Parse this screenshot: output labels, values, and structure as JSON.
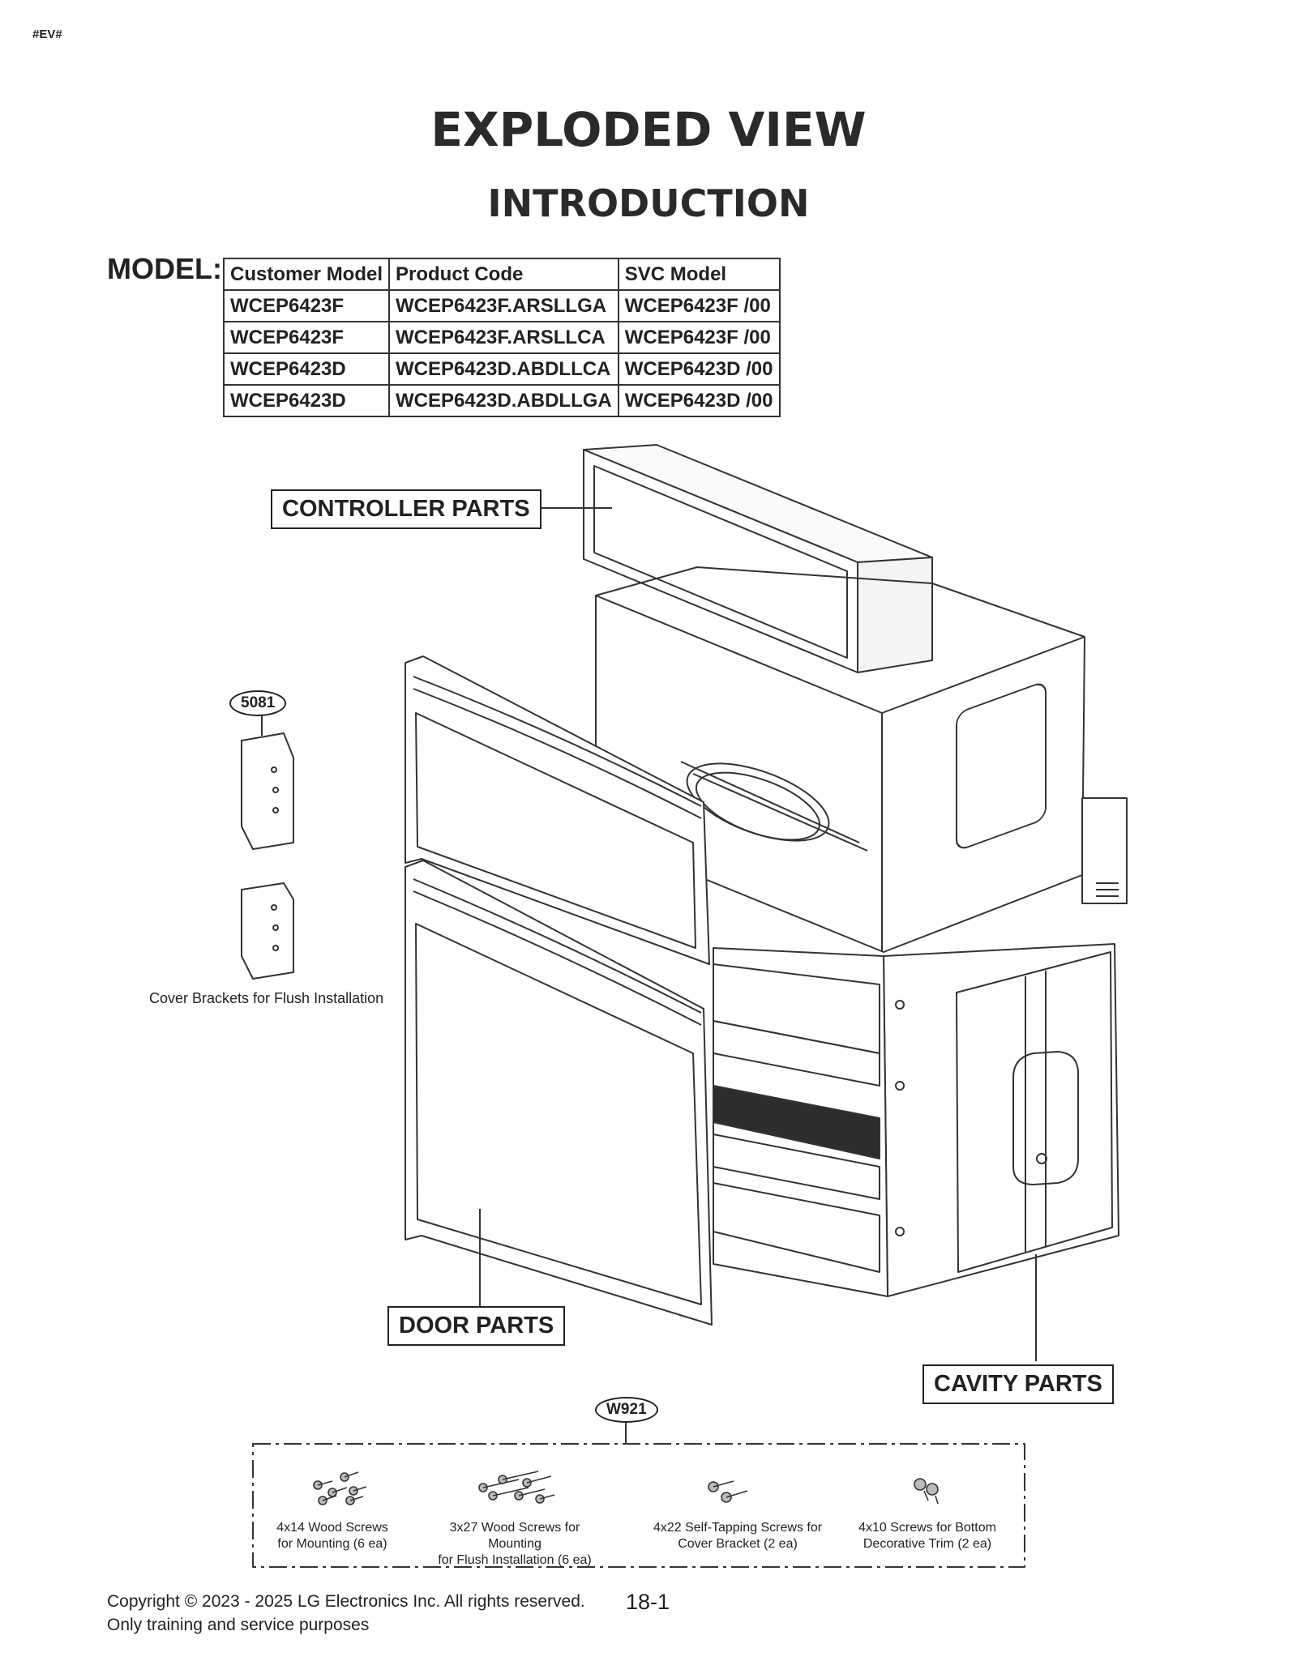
{
  "header": {
    "tag": "#EV#",
    "title": "EXPLODED VIEW",
    "subtitle": "INTRODUCTION"
  },
  "model": {
    "label": "MODEL:",
    "columns": [
      "Customer Model",
      "Product Code",
      "SVC Model"
    ],
    "rows": [
      [
        "WCEP6423F",
        "WCEP6423F.ARSLLGA",
        "WCEP6423F  /00"
      ],
      [
        "WCEP6423F",
        "WCEP6423F.ARSLLCA",
        "WCEP6423F  /00"
      ],
      [
        "WCEP6423D",
        "WCEP6423D.ABDLLCA",
        "WCEP6423D  /00"
      ],
      [
        "WCEP6423D",
        "WCEP6423D.ABDLLGA",
        "WCEP6423D  /00"
      ]
    ]
  },
  "diagram": {
    "controller_label": "CONTROLLER PARTS",
    "door_label": "DOOR PARTS",
    "cavity_label": "CAVITY PARTS",
    "bracket_callout": "5081",
    "bracket_caption": "Cover Brackets for Flush Installation",
    "screw_callout": "W921"
  },
  "screws": [
    {
      "line1": "4x14 Wood Screws",
      "line2": "for Mounting (6 ea)"
    },
    {
      "line1": "3x27 Wood Screws for Mounting",
      "line2": "for Flush Installation (6 ea)"
    },
    {
      "line1": "4x22 Self-Tapping Screws for",
      "line2": "Cover Bracket (2 ea)"
    },
    {
      "line1": "4x10 Screws for Bottom",
      "line2": "Decorative Trim (2 ea)"
    }
  ],
  "footer": {
    "copyright": "Copyright © 2023 - 2025 LG Electronics Inc. All rights reserved.",
    "note": "Only training and service purposes",
    "page": "18-1"
  }
}
